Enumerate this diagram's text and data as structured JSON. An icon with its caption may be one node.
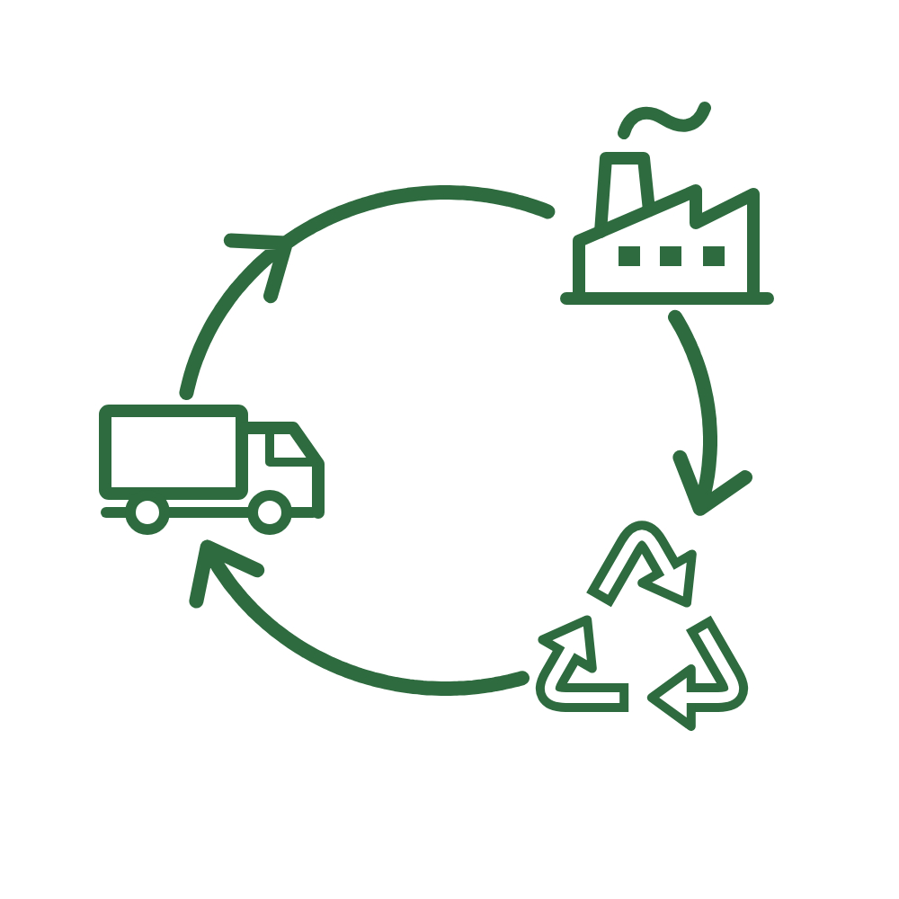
{
  "diagram": {
    "nodes": [
      {
        "text": [],
        "shape": "picture"
      },
      {
        "text": [],
        "shape": "picture"
      },
      {
        "text": [],
        "shape": "picture"
      }
    ],
    "edges": [
      {
        "from": 0,
        "to": 2,
        "arrow": "to"
      },
      {
        "from": 2,
        "to": 1,
        "arrow": "to"
      },
      {
        "from": 1,
        "to": 0,
        "arrow": "to"
      }
    ]
  }
}
